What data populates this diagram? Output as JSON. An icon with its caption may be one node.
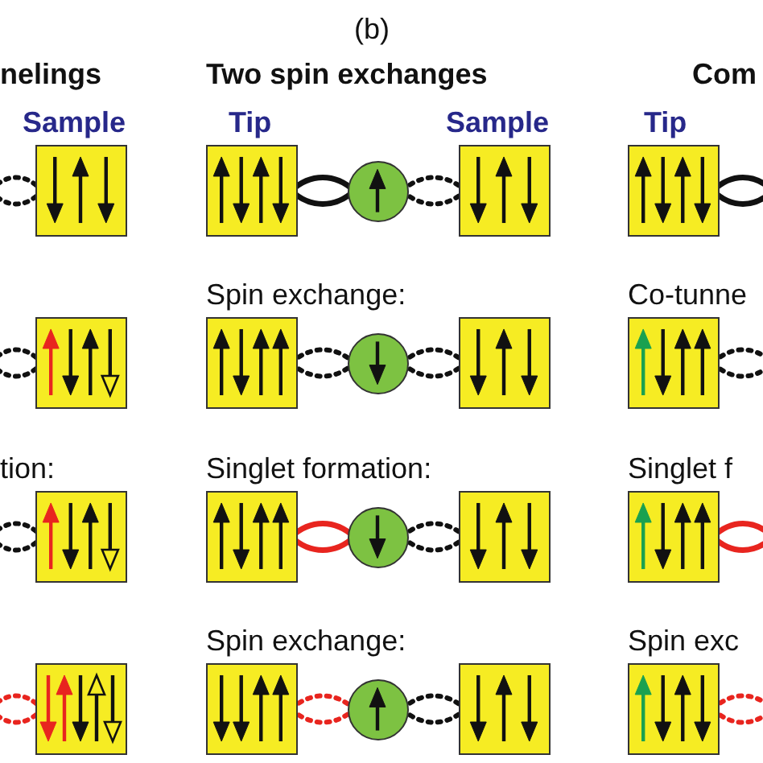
{
  "diagram": {
    "nodes": [
      {
        "text": [],
        "shape": "box"
      },
      {
        "text": [],
        "shape": "box"
      },
      {
        "text": [],
        "shape": "circle"
      },
      {
        "text": [],
        "shape": "box"
      },
      {
        "text": [],
        "shape": "box"
      },
      {
        "text": [],
        "shape": "box"
      },
      {
        "text": [],
        "shape": "box"
      },
      {
        "text": [],
        "shape": "circle"
      },
      {
        "text": [],
        "shape": "box"
      },
      {
        "text": [],
        "shape": "box"
      },
      {
        "text": [],
        "shape": "box"
      },
      {
        "text": [],
        "shape": "box"
      },
      {
        "text": [],
        "shape": "circle"
      },
      {
        "text": [],
        "shape": "box"
      },
      {
        "text": [],
        "shape": "box"
      },
      {
        "text": [],
        "shape": "box"
      },
      {
        "text": [],
        "shape": "box"
      },
      {
        "text": [],
        "shape": "circle"
      },
      {
        "text": [],
        "shape": "box"
      },
      {
        "text": [],
        "shape": "box"
      }
    ],
    "edges": [
      {
        "from": null,
        "to": 0,
        "arrow": "none",
        "style": "dashed"
      },
      {
        "from": 1,
        "to": 2,
        "arrow": "none"
      },
      {
        "from": 2,
        "to": 3,
        "arrow": "none",
        "style": "dashed"
      },
      {
        "from": 4,
        "to": null,
        "arrow": "none"
      },
      {
        "from": null,
        "to": 5,
        "arrow": "none",
        "style": "dashed"
      },
      {
        "from": 6,
        "to": 7,
        "arrow": "none",
        "style": "dashed"
      },
      {
        "from": 7,
        "to": 8,
        "arrow": "none",
        "style": "dashed"
      },
      {
        "from": 9,
        "to": null,
        "arrow": "none",
        "style": "dashed"
      },
      {
        "from": null,
        "to": 10,
        "arrow": "none",
        "style": "dashed"
      },
      {
        "from": 11,
        "to": 12,
        "arrow": "none",
        "color": "#e8251f"
      },
      {
        "from": 12,
        "to": 13,
        "arrow": "none",
        "style": "dashed"
      },
      {
        "from": 14,
        "to": null,
        "arrow": "none",
        "color": "#e8251f"
      },
      {
        "from": null,
        "to": 15,
        "arrow": "none",
        "style": "dashed",
        "color": "#e8251f"
      },
      {
        "from": 16,
        "to": 17,
        "arrow": "none",
        "style": "dashed",
        "color": "#e8251f"
      },
      {
        "from": 17,
        "to": 18,
        "arrow": "none",
        "style": "dashed"
      },
      {
        "from": 19,
        "to": null,
        "arrow": "none",
        "style": "dashed",
        "color": "#e8251f"
      }
    ],
    "labels": [
      "(b)",
      "nelings",
      "Two spin exchanges",
      "Com",
      "Sample",
      "Tip",
      "Sample",
      "Tip",
      "Spin exchange:",
      "Co-tunne",
      "tion:",
      "Singlet formation:",
      "Singlet f",
      "Spin exchange:",
      "Spin exc"
    ]
  }
}
